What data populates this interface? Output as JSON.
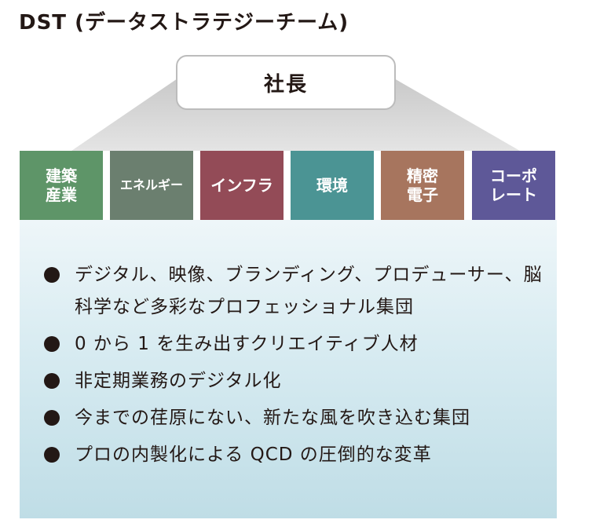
{
  "title": "DST (データストラテジーチーム)",
  "ceo": "社長",
  "units": [
    {
      "label": "建築\n産業",
      "color": "#5e9568"
    },
    {
      "label": "エネルギー",
      "color": "#6b7f6f"
    },
    {
      "label": "インフラ",
      "color": "#934b57"
    },
    {
      "label": "環境",
      "color": "#4b9494"
    },
    {
      "label": "精密\n電子",
      "color": "#a7755e"
    },
    {
      "label": "コーポ\nレート",
      "color": "#5e5898"
    }
  ],
  "bullets": [
    "デジタル、映像、ブランディング、プロデューサー、脳科学など多彩なプロフェッショナル集団",
    "0 から 1 を生み出すクリエイティブ人材",
    "非定期業務のデジタル化",
    "今までの荏原にない、新たな風を吹き込む集団",
    "プロの内製化による QCD の圧倒的な変革"
  ],
  "colors": {
    "funnel": "#d6d6d6",
    "panel_top": "#eef6f9",
    "panel_bottom": "#bfdde6",
    "text": "#231815"
  }
}
